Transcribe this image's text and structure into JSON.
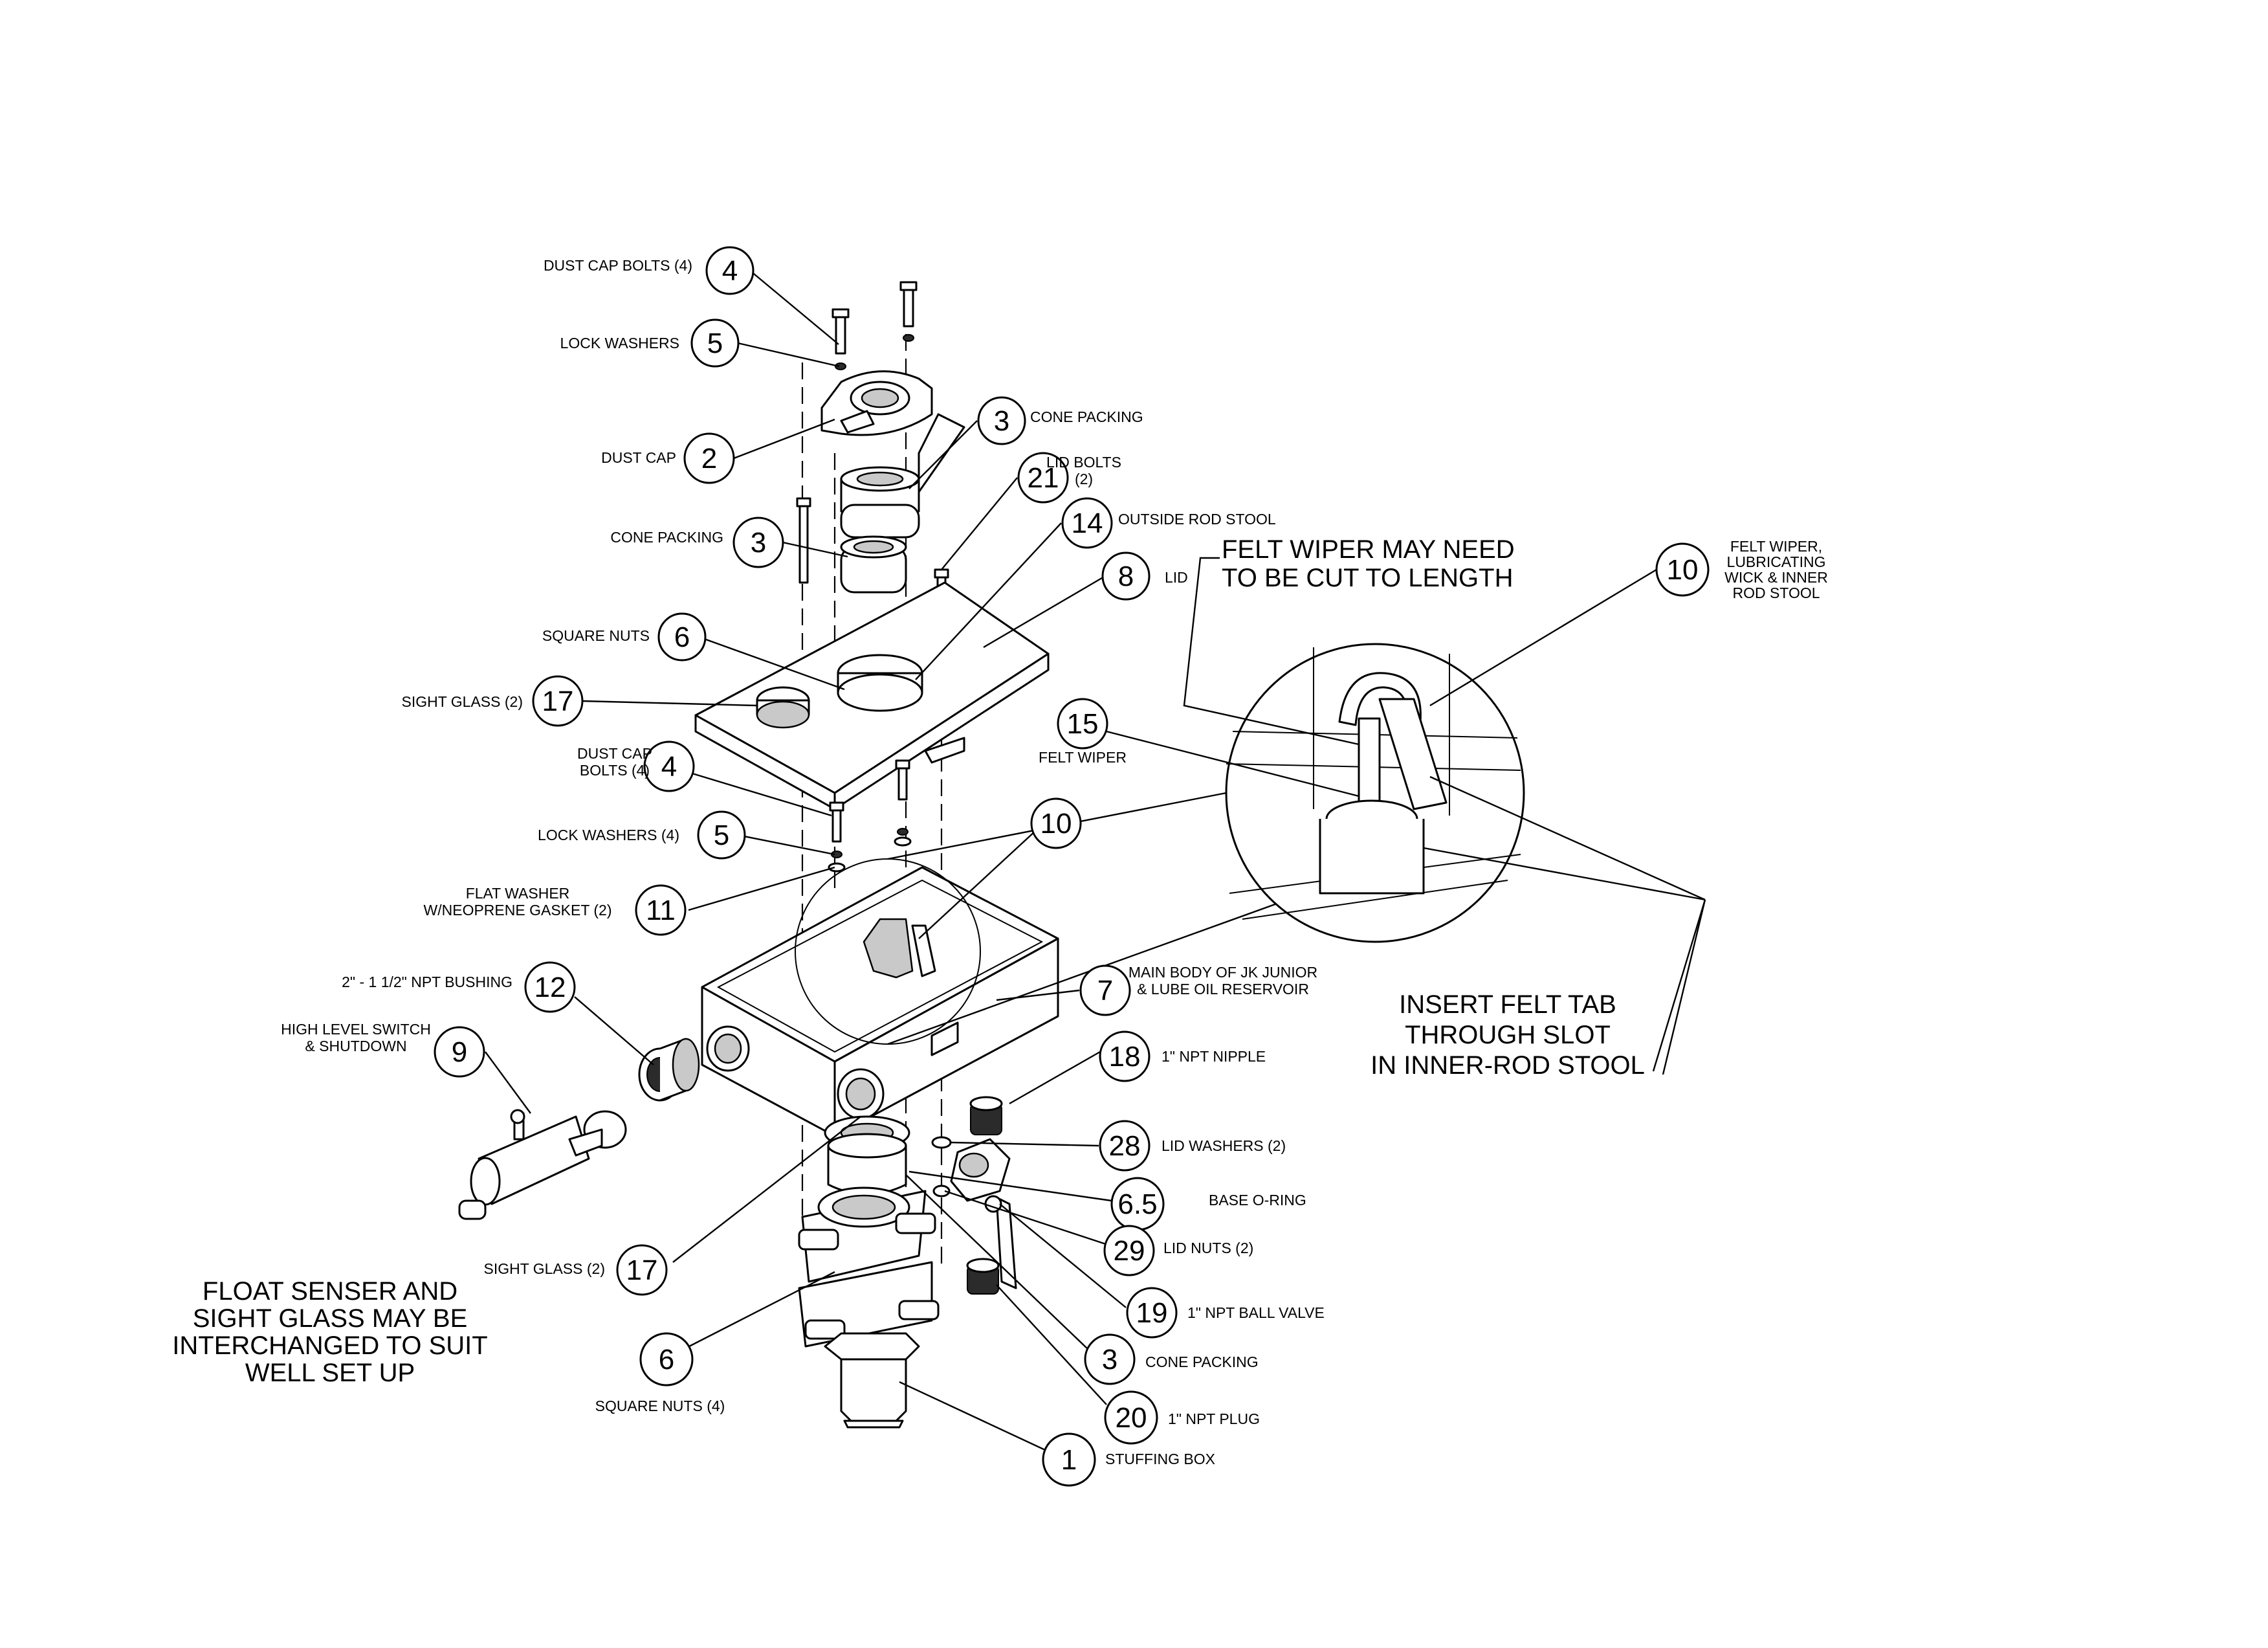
{
  "title": "",
  "callouts": [
    {
      "id": "c4a",
      "num": "4",
      "label": [
        "DUST CAP BOLTS (4)"
      ]
    },
    {
      "id": "c5a",
      "num": "5",
      "label": [
        "LOCK WASHERS"
      ]
    },
    {
      "id": "c2",
      "num": "2",
      "label": [
        "DUST CAP"
      ]
    },
    {
      "id": "c3a",
      "num": "3",
      "label": [
        "CONE PACKING"
      ]
    },
    {
      "id": "c21",
      "num": "21",
      "label": [
        "LID BOLTS",
        "(2)"
      ]
    },
    {
      "id": "c3b",
      "num": "3",
      "label": [
        "CONE PACKING"
      ]
    },
    {
      "id": "c14",
      "num": "14",
      "label": [
        "OUTSIDE ROD STOOL"
      ]
    },
    {
      "id": "c8",
      "num": "8",
      "label": [
        "LID"
      ]
    },
    {
      "id": "c6a",
      "num": "6",
      "label": [
        "SQUARE NUTS"
      ]
    },
    {
      "id": "c17a",
      "num": "17",
      "label": [
        "SIGHT GLASS (2)"
      ]
    },
    {
      "id": "c4b",
      "num": "4",
      "label": [
        "DUST CAP",
        "BOLTS (4)"
      ]
    },
    {
      "id": "c5b",
      "num": "5",
      "label": [
        "LOCK WASHERS (4)"
      ]
    },
    {
      "id": "c10a",
      "num": "10",
      "label": []
    },
    {
      "id": "c11",
      "num": "11",
      "label": [
        "FLAT WASHER",
        "W/NEOPRENE GASKET (2)"
      ]
    },
    {
      "id": "c12",
      "num": "12",
      "label": [
        "2\" - 1 1/2\" NPT BUSHING"
      ]
    },
    {
      "id": "c7",
      "num": "7",
      "label": [
        "MAIN BODY OF JK JUNIOR",
        "& LUBE OIL RESERVOIR"
      ]
    },
    {
      "id": "c9",
      "num": "9",
      "label": [
        "HIGH LEVEL SWITCH",
        "& SHUTDOWN"
      ]
    },
    {
      "id": "c18",
      "num": "18",
      "label": [
        "1\" NPT NIPPLE"
      ]
    },
    {
      "id": "c28",
      "num": "28",
      "label": [
        "LID WASHERS (2)"
      ]
    },
    {
      "id": "c65",
      "num": "6.5",
      "label": [
        "BASE O-RING"
      ]
    },
    {
      "id": "c29",
      "num": "29",
      "label": [
        "LID NUTS (2)"
      ]
    },
    {
      "id": "c17b",
      "num": "17",
      "label": [
        "SIGHT GLASS (2)"
      ]
    },
    {
      "id": "c19",
      "num": "19",
      "label": [
        "1\" NPT BALL VALVE"
      ]
    },
    {
      "id": "c6b",
      "num": "6",
      "label": [
        "SQUARE NUTS (4)"
      ]
    },
    {
      "id": "c3c",
      "num": "3",
      "label": [
        "CONE PACKING"
      ]
    },
    {
      "id": "c20",
      "num": "20",
      "label": [
        "1\" NPT PLUG"
      ]
    },
    {
      "id": "c1",
      "num": "1",
      "label": [
        "STUFFING BOX"
      ]
    },
    {
      "id": "c15",
      "num": "15",
      "label": [
        "FELT WIPER"
      ]
    },
    {
      "id": "c10b",
      "num": "10",
      "label": [
        "FELT WIPER,",
        "LUBRICATING",
        "WICK & INNER",
        "ROD STOOL"
      ]
    }
  ],
  "notes": {
    "felt_wiper_cut": [
      "FELT WIPER MAY NEED",
      "TO BE CUT TO LENGTH"
    ],
    "insert_felt_tab": [
      "INSERT FELT TAB",
      "THROUGH SLOT",
      "IN INNER-ROD STOOL"
    ],
    "float_senser": [
      "FLOAT SENSER AND",
      "SIGHT GLASS MAY BE",
      "INTERCHANGED TO SUIT",
      "WELL SET UP"
    ]
  }
}
